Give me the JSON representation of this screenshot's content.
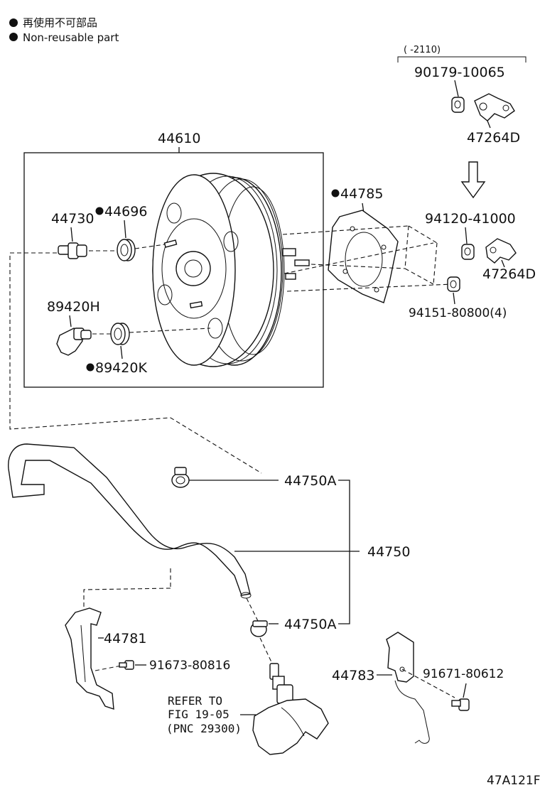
{
  "legend": {
    "line1": "再使用不可部品",
    "line2": "Non-reusable part"
  },
  "variant": {
    "range": "(  -2110)",
    "part_nut": "90179-10065",
    "part_bracket": "47264D"
  },
  "parts": {
    "booster_assy": "44610",
    "gasket": "44785",
    "check_valve": "44730",
    "grommet_valve": "44696",
    "sensor": "89420H",
    "sensor_grommet": "89420K",
    "nut_4": "94120-41000",
    "bracket_alt": "47264D",
    "nut_small": "94151-80800(4)",
    "clip_a": "44750A",
    "hose": "44750",
    "clip_b": "44750A",
    "bracket_hose": "44781",
    "bolt_a": "91673-80816",
    "bracket_line": "44783",
    "bolt_b": "91671-80612"
  },
  "refer": {
    "line1": "REFER TO",
    "line2": "FIG 19-05",
    "line3": "(PNC 29300)"
  },
  "figure_code": "47A121F",
  "colors": {
    "ink": "#111111",
    "paper": "#ffffff"
  }
}
